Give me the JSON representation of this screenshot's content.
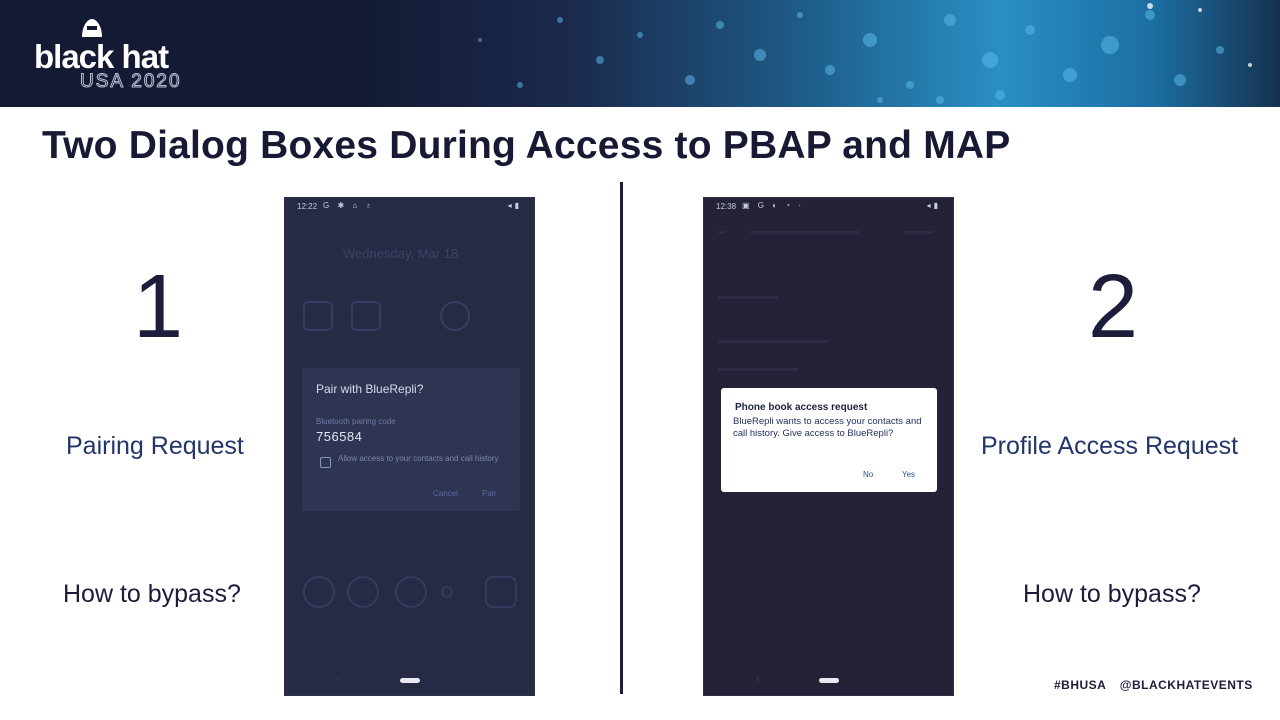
{
  "header": {
    "logo_text": "black hat",
    "logo_sub": "USA 2020"
  },
  "slide": {
    "title": "Two Dialog Boxes During Access to PBAP and MAP",
    "step1_number": "1",
    "step2_number": "2",
    "step1_label": "Pairing Request",
    "step2_label": "Profile Access Request",
    "bypass_question_1": "How to bypass?",
    "bypass_question_2": "How to bypass?"
  },
  "phone1": {
    "status_time": "12:22",
    "date": "Wednesday, Mar 18",
    "dialog": {
      "title": "Pair with BlueRepli?",
      "code_label": "Bluetooth pairing code",
      "code": "756584",
      "allow_text": "Allow access to your contacts and call history",
      "cancel": "Cancel",
      "pair": "Pair"
    }
  },
  "phone2": {
    "status_time": "12:38",
    "dialog": {
      "title": "Phone book access request",
      "body": "BlueRepli wants to access your contacts and call history. Give access to BlueRepli?",
      "no": "No",
      "yes": "Yes"
    }
  },
  "footer": {
    "hashtag": "#BHUSA",
    "handle": "@BLACKHATEVENTS"
  },
  "colors": {
    "banner_dark": "#141a33",
    "banner_accent": "#2a8fc4",
    "title_text": "#181a33",
    "label_text": "#24356a"
  }
}
